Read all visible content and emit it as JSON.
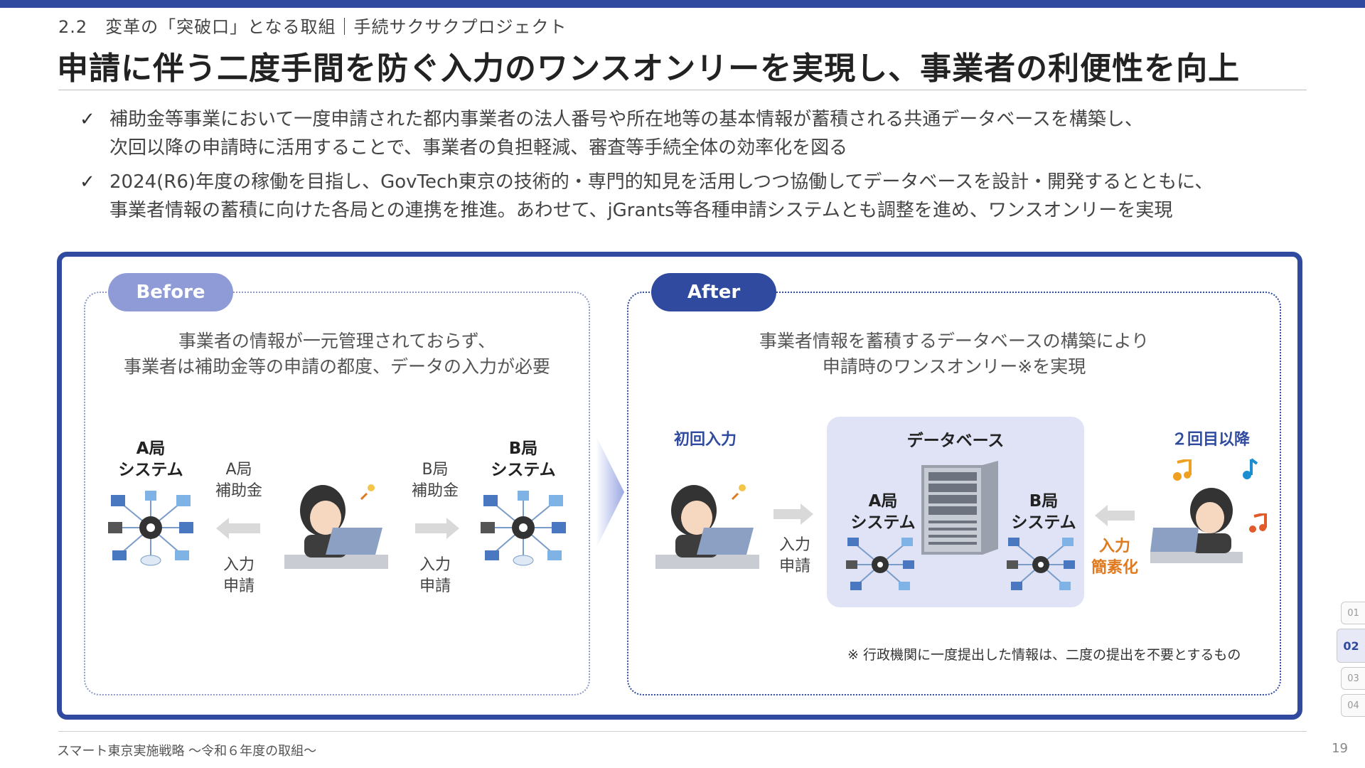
{
  "header": {
    "subtitle": "2.2　変革の「突破口」となる取組｜手続サクサクプロジェクト",
    "title": "申請に伴う二度手間を防ぐ入力のワンスオンリーを実現し、事業者の利便性を向上"
  },
  "bullets": [
    {
      "line1": "補助金等事業において一度申請された都内事業者の法人番号や所在地等の基本情報が蓄積される共通データベースを構築し、",
      "line2": "次回以降の申請時に活用することで、事業者の負担軽減、審査等手続全体の効率化を図る"
    },
    {
      "line1": "2024(R6)年度の稼働を目指し、GovTech東京の技術的・専門的知見を活用しつつ協働してデータベースを設計・開発するとともに、",
      "line2": "事業者情報の蓄積に向けた各局との連携を推進。あわせて、jGrants等各種申請システムとも調整を進め、ワンスオンリーを実現"
    }
  ],
  "check_mark": "✓",
  "before": {
    "label": "Before",
    "desc1": "事業者の情報が一元管理されておらず、",
    "desc2": "事業者は補助金等の申請の都度、データの入力が必要",
    "sysA1": "A局",
    "sysA2": "システム",
    "sysB1": "B局",
    "sysB2": "システム",
    "subsidyA1": "A局",
    "subsidyA2": "補助金",
    "subsidyB1": "B局",
    "subsidyB2": "補助金",
    "inputA1": "入力",
    "inputA2": "申請",
    "inputB1": "入力",
    "inputB2": "申請"
  },
  "after": {
    "label": "After",
    "desc1": "事業者情報を蓄積するデータベースの構築により",
    "desc2": "申請時のワンスオンリー※を実現",
    "first_input": "初回入力",
    "second": "２回目以降",
    "db_title": "データベース",
    "sysA1": "A局",
    "sysA2": "システム",
    "sysB1": "B局",
    "sysB2": "システム",
    "input1": "入力",
    "input2": "申請",
    "simplify1": "入力",
    "simplify2": "簡素化",
    "note": "※ 行政機関に一度提出した情報は、二度の提出を不要とするもの"
  },
  "footer": {
    "text": "スマート東京実施戦略 ～令和６年度の取組～",
    "page": "19"
  },
  "side_tabs": [
    "01",
    "02",
    "03",
    "04"
  ],
  "colors": {
    "brand": "#2f4a9e",
    "before_pill": "#8e9bd6",
    "accent_orange": "#e07a1f",
    "db_bg": "#dfe3f5"
  }
}
